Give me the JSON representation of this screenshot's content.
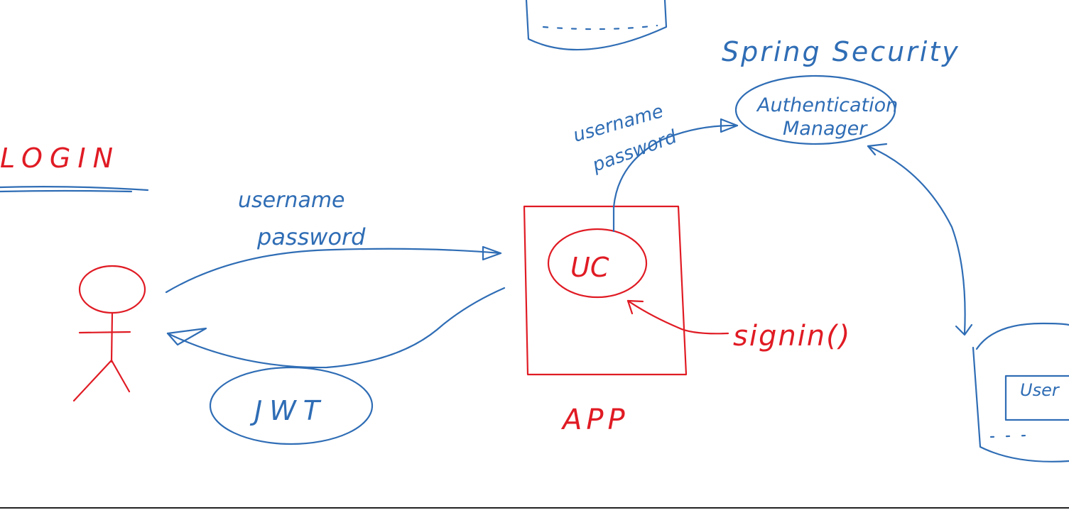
{
  "title": "LOGIN",
  "colors": {
    "blue": "#2f6db5",
    "red": "#e01b24"
  },
  "labels": {
    "request_credentials_username": "username",
    "request_credentials_password": "password",
    "token": "JWT",
    "app": "APP",
    "controller": "UC",
    "method": "signin()",
    "security_framework": "Spring Security",
    "auth_manager_line1": "Authentication",
    "auth_manager_line2": "Manager",
    "auth_credentials_username": "username",
    "auth_credentials_password": "password",
    "user_store": "User"
  }
}
